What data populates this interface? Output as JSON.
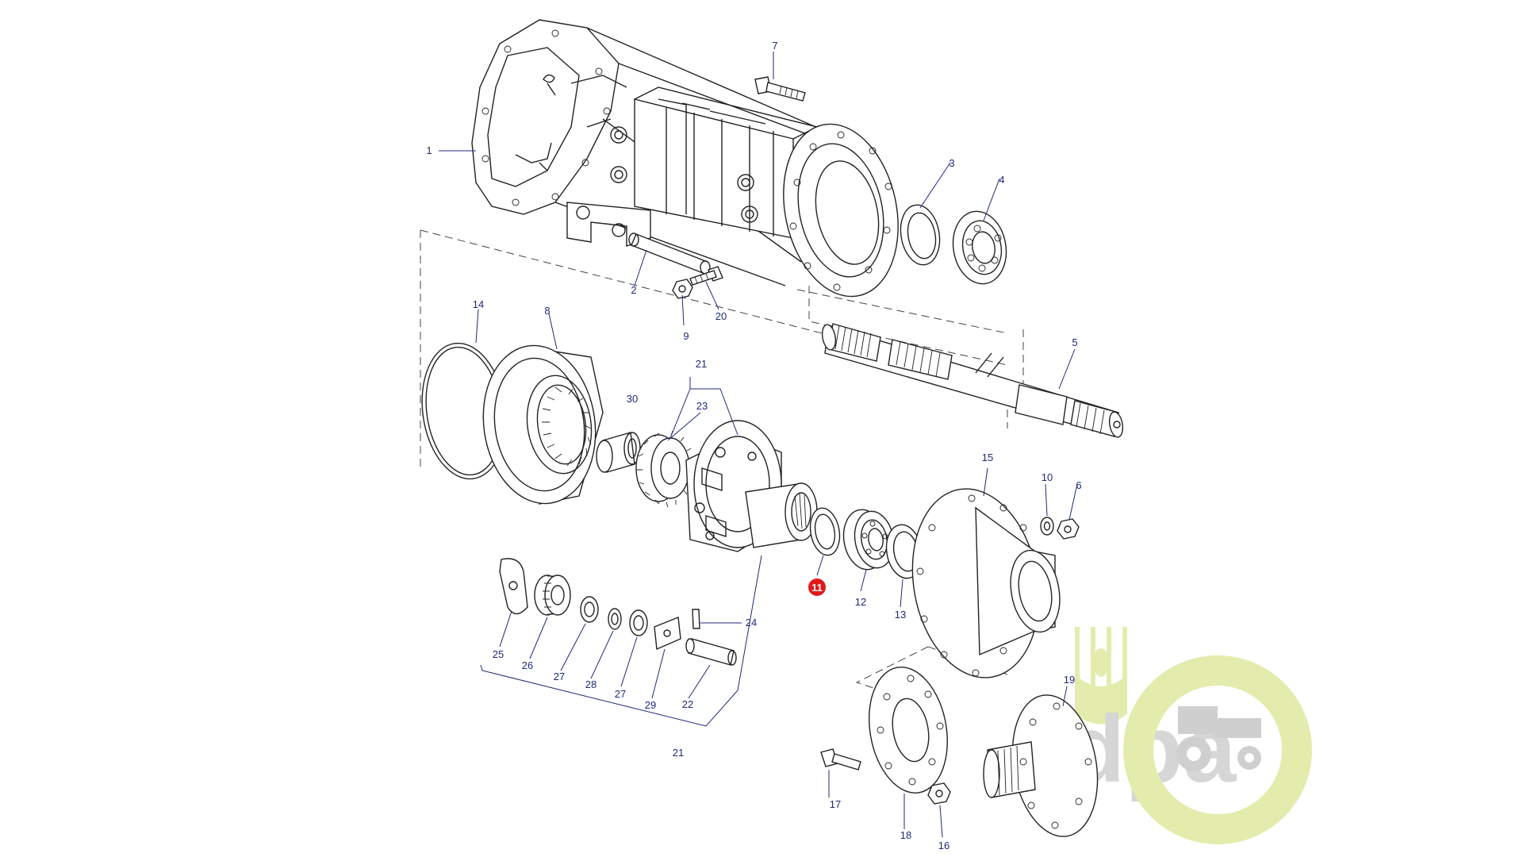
{
  "colors": {
    "line": "#222222",
    "callout": "#1f2a77",
    "highlight": "#e01a1a",
    "watermark_green": "#dfe9a2",
    "watermark_gray": "#cfcfcf"
  },
  "callouts": {
    "c1": "1",
    "c2": "2",
    "c3": "3",
    "c4": "4",
    "c5": "5",
    "c6": "6",
    "c7": "7",
    "c8": "8",
    "c9": "9",
    "c10": "10",
    "c11": "11",
    "c12": "12",
    "c13": "13",
    "c14": "14",
    "c15": "15",
    "c16": "16",
    "c17": "17",
    "c18": "18",
    "c19": "19",
    "c20": "20",
    "c21a": "21",
    "c21b": "21",
    "c22": "22",
    "c23": "23",
    "c24": "24",
    "c25": "25",
    "c26": "26",
    "c27a": "27",
    "c27b": "27",
    "c28": "28",
    "c29": "29",
    "c30": "30"
  },
  "highlighted_part": "11",
  "watermark": {
    "text": "dpa",
    "icons": [
      "wheat-icon",
      "tractor-gear-icon"
    ]
  }
}
